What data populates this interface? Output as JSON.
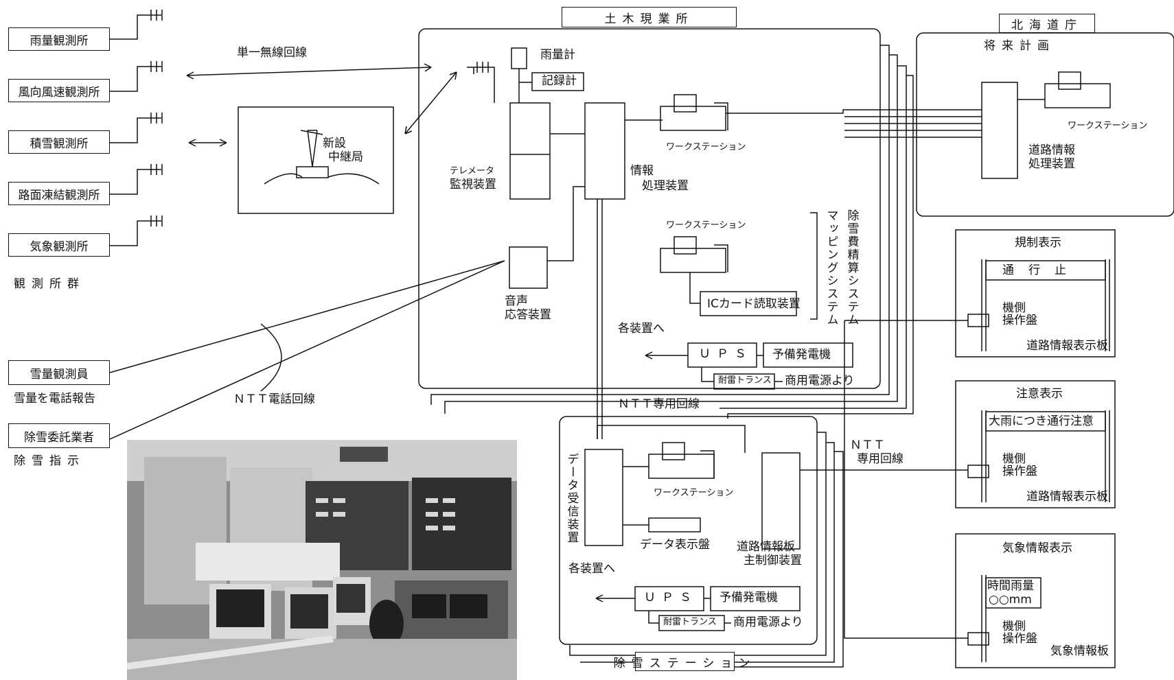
{
  "stations": {
    "items": [
      {
        "label": "雨量観測所"
      },
      {
        "label": "風向風速観測所"
      },
      {
        "label": "積雪観測所"
      },
      {
        "label": "路面凍結観測所"
      },
      {
        "label": "気象観測所"
      }
    ],
    "group_label": "観測所群",
    "radio_line_label": "単一無線回線",
    "relay_label_1": "新設",
    "relay_label_2": "中継局"
  },
  "observers": {
    "snow_observer": "雪量観測員",
    "snow_observer_note": "雪量を電話報告",
    "contractor": "除雪委託業者",
    "contractor_note": "除雪指示",
    "ntt_phone_line": "ＮＴＴ電話回線"
  },
  "office": {
    "title": "土木現業所",
    "rain_gauge": "雨量計",
    "recorder": "記録計",
    "telemeter_1": "テレメータ",
    "telemeter_2": "監視装置",
    "info_proc_1": "情報",
    "info_proc_2": "処理装置",
    "workstation_1": "ワークステーション",
    "workstation_2": "ワークステーション",
    "voice_1": "音声",
    "voice_2": "応答装置",
    "ic_card": "ICカード読取装置",
    "mapping_system": "除雪費精算システム",
    "mapping_system_2": "マッピングシステム",
    "to_devices": "各装置へ",
    "ups": "ＵＰＳ",
    "generator": "予備発電機",
    "lightning_trans": "耐雷トランス",
    "commercial_power": "商用電源より",
    "ntt_dedicated": "ＮＴＴ専用回線"
  },
  "hokkaido": {
    "title": "北海道庁",
    "future_plan": "将来計画",
    "workstation": "ワークステーション",
    "road_info_1": "道路情報",
    "road_info_2": "処理装置"
  },
  "snow_station": {
    "title": "除雪ステーション",
    "data_receiver": "データ受信装置",
    "workstation": "ワークステーション",
    "data_display": "データ表示盤",
    "road_board_1": "道路情報板",
    "road_board_2": "主制御装置",
    "to_devices": "各装置へ",
    "ups": "ＵＰＳ",
    "generator": "予備発電機",
    "lightning_trans": "耐雷トランス",
    "commercial_power": "商用電源より",
    "ntt_1": "ＮＴＴ",
    "ntt_2": "専用回線"
  },
  "signs": [
    {
      "title": "規制表示",
      "message": "通　行　止",
      "panel_1": "機側",
      "panel_2": "操作盤",
      "caption": "道路情報表示板"
    },
    {
      "title": "注意表示",
      "message": "大雨につき通行注意",
      "panel_1": "機側",
      "panel_2": "操作盤",
      "caption": "道路情報表示板"
    },
    {
      "title": "気象情報表示",
      "message": "時間雨量",
      "message_2": "○○mm",
      "panel_1": "機側",
      "panel_2": "操作盤",
      "caption": "気象情報板"
    }
  ]
}
